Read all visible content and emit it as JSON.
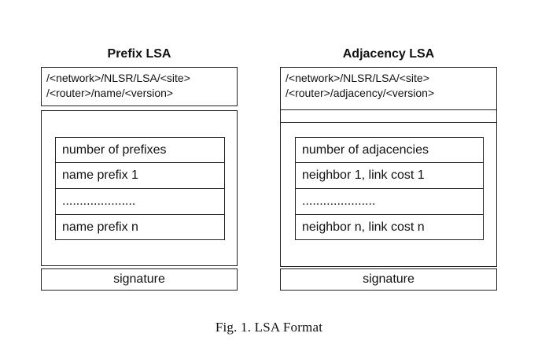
{
  "prefix": {
    "title": "Prefix LSA",
    "name_line1": "/<network>/NLSR/LSA/<site>",
    "name_line2": "/<router>/name/<version>",
    "rows": [
      "number of prefixes",
      "name prefix 1",
      ".....................",
      "name prefix n"
    ],
    "signature": "signature"
  },
  "adjacency": {
    "title": "Adjacency LSA",
    "name_line1": "/<network>/NLSR/LSA/<site>",
    "name_line2": "/<router>/adjacency/<version>",
    "rows": [
      "number of adjacencies",
      "neighbor 1, link cost 1",
      ".....................",
      "neighbor n, link cost n"
    ],
    "signature": "signature"
  },
  "caption": "Fig. 1.  LSA Format"
}
